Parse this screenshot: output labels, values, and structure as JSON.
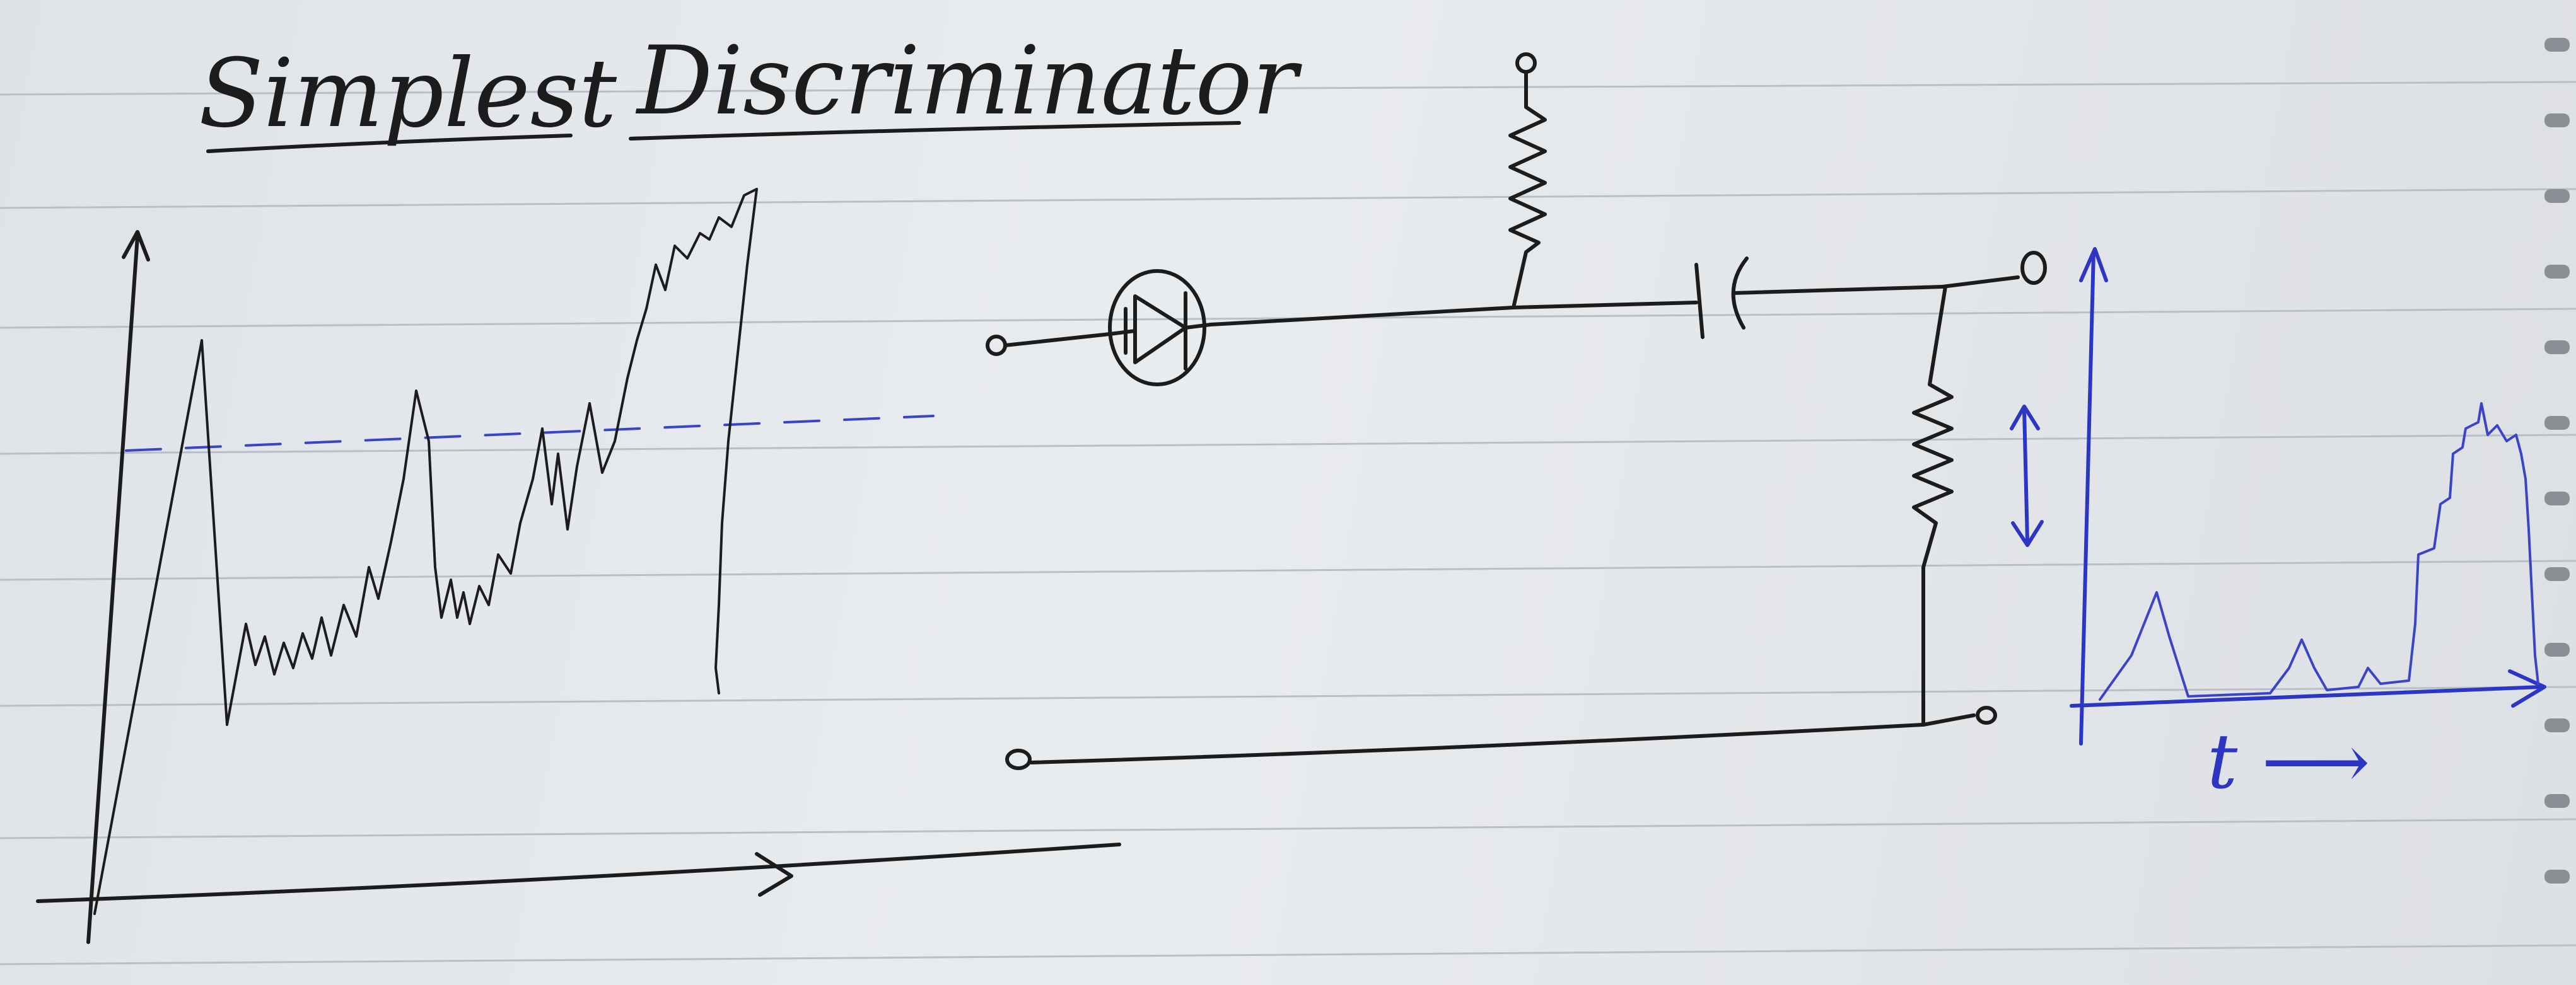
{
  "title": {
    "word1": "Simplest",
    "word2": "Discriminator"
  },
  "output_plot": {
    "time_label": "t ⟶"
  },
  "colors": {
    "pencil_ink": "#1c1c1c",
    "blue_ink": "#2c35c4",
    "paper": "#e6e9ec",
    "rule_line": "#b9bfc7"
  }
}
